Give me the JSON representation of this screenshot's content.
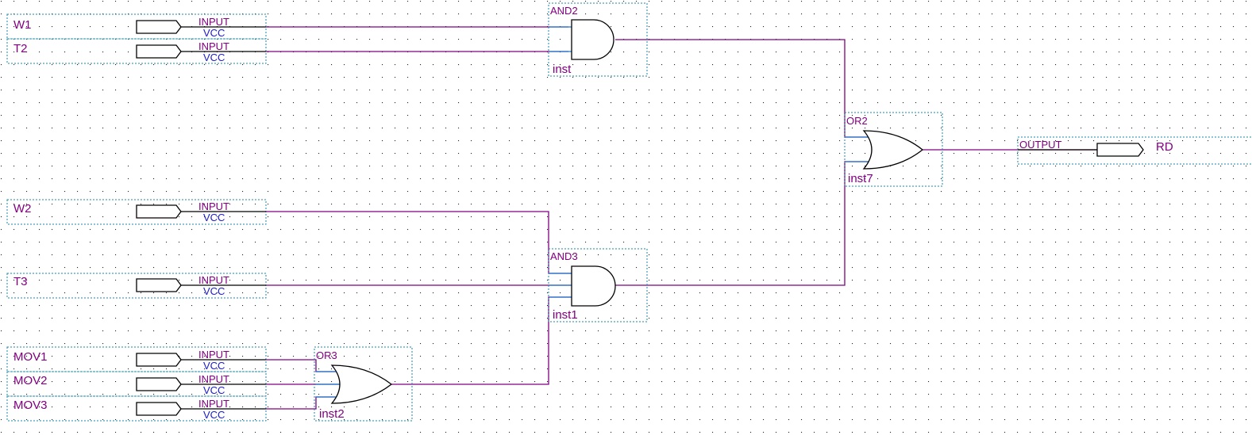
{
  "schematic": {
    "inputs": [
      {
        "name": "W1",
        "type": "INPUT",
        "sub": "VCC"
      },
      {
        "name": "T2",
        "type": "INPUT",
        "sub": "VCC"
      },
      {
        "name": "W2",
        "type": "INPUT",
        "sub": "VCC"
      },
      {
        "name": "T3",
        "type": "INPUT",
        "sub": "VCC"
      },
      {
        "name": "MOV1",
        "type": "INPUT",
        "sub": "VCC"
      },
      {
        "name": "MOV2",
        "type": "INPUT",
        "sub": "VCC"
      },
      {
        "name": "MOV3",
        "type": "INPUT",
        "sub": "VCC"
      }
    ],
    "gates": [
      {
        "type": "AND2",
        "inst": "inst"
      },
      {
        "type": "AND3",
        "inst": "inst1"
      },
      {
        "type": "OR3",
        "inst": "inst2"
      },
      {
        "type": "OR2",
        "inst": "inst7"
      }
    ],
    "output": {
      "name": "RD",
      "type": "OUTPUT"
    }
  }
}
